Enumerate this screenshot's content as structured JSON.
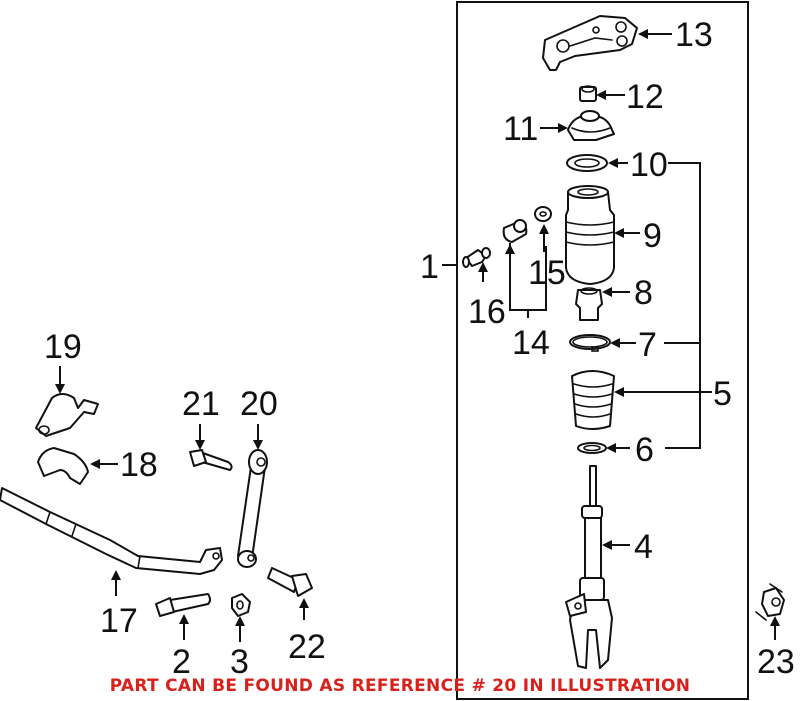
{
  "diagram": {
    "type": "exploded-parts-diagram",
    "subject": "Front suspension strut assembly and stabilizer bar",
    "caption": "PART CAN BE FOUND AS REFERENCE # 20 IN ILLUSTRATION",
    "caption_color": "#d9211c",
    "highlighted_reference": "20",
    "callouts": {
      "c1": "1",
      "c2": "2",
      "c3": "3",
      "c4": "4",
      "c5": "5",
      "c6": "6",
      "c7": "7",
      "c8": "8",
      "c9": "9",
      "c10": "10",
      "c11": "11",
      "c12": "12",
      "c13": "13",
      "c14": "14",
      "c15": "15",
      "c16": "16",
      "c17": "17",
      "c18": "18",
      "c19": "19",
      "c20": "20",
      "c21": "21",
      "c22": "22",
      "c23": "23"
    },
    "parts": [
      {
        "ref": "1",
        "name": "strut-assembly-group"
      },
      {
        "ref": "2",
        "name": "bolt"
      },
      {
        "ref": "3",
        "name": "nut"
      },
      {
        "ref": "4",
        "name": "strut"
      },
      {
        "ref": "5",
        "name": "air-spring-kit-group"
      },
      {
        "ref": "6",
        "name": "seal-ring"
      },
      {
        "ref": "7",
        "name": "clamp"
      },
      {
        "ref": "8",
        "name": "piston"
      },
      {
        "ref": "9",
        "name": "air-spring"
      },
      {
        "ref": "10",
        "name": "seal-ring"
      },
      {
        "ref": "11",
        "name": "upper-mount"
      },
      {
        "ref": "12",
        "name": "nut"
      },
      {
        "ref": "13",
        "name": "mount-bracket"
      },
      {
        "ref": "14",
        "name": "valve-group"
      },
      {
        "ref": "15",
        "name": "washer"
      },
      {
        "ref": "16",
        "name": "valve"
      },
      {
        "ref": "17",
        "name": "stabilizer-bar"
      },
      {
        "ref": "18",
        "name": "bushing"
      },
      {
        "ref": "19",
        "name": "bracket"
      },
      {
        "ref": "20",
        "name": "stabilizer-link"
      },
      {
        "ref": "21",
        "name": "bolt"
      },
      {
        "ref": "22",
        "name": "bolt"
      },
      {
        "ref": "23",
        "name": "nut"
      }
    ]
  }
}
